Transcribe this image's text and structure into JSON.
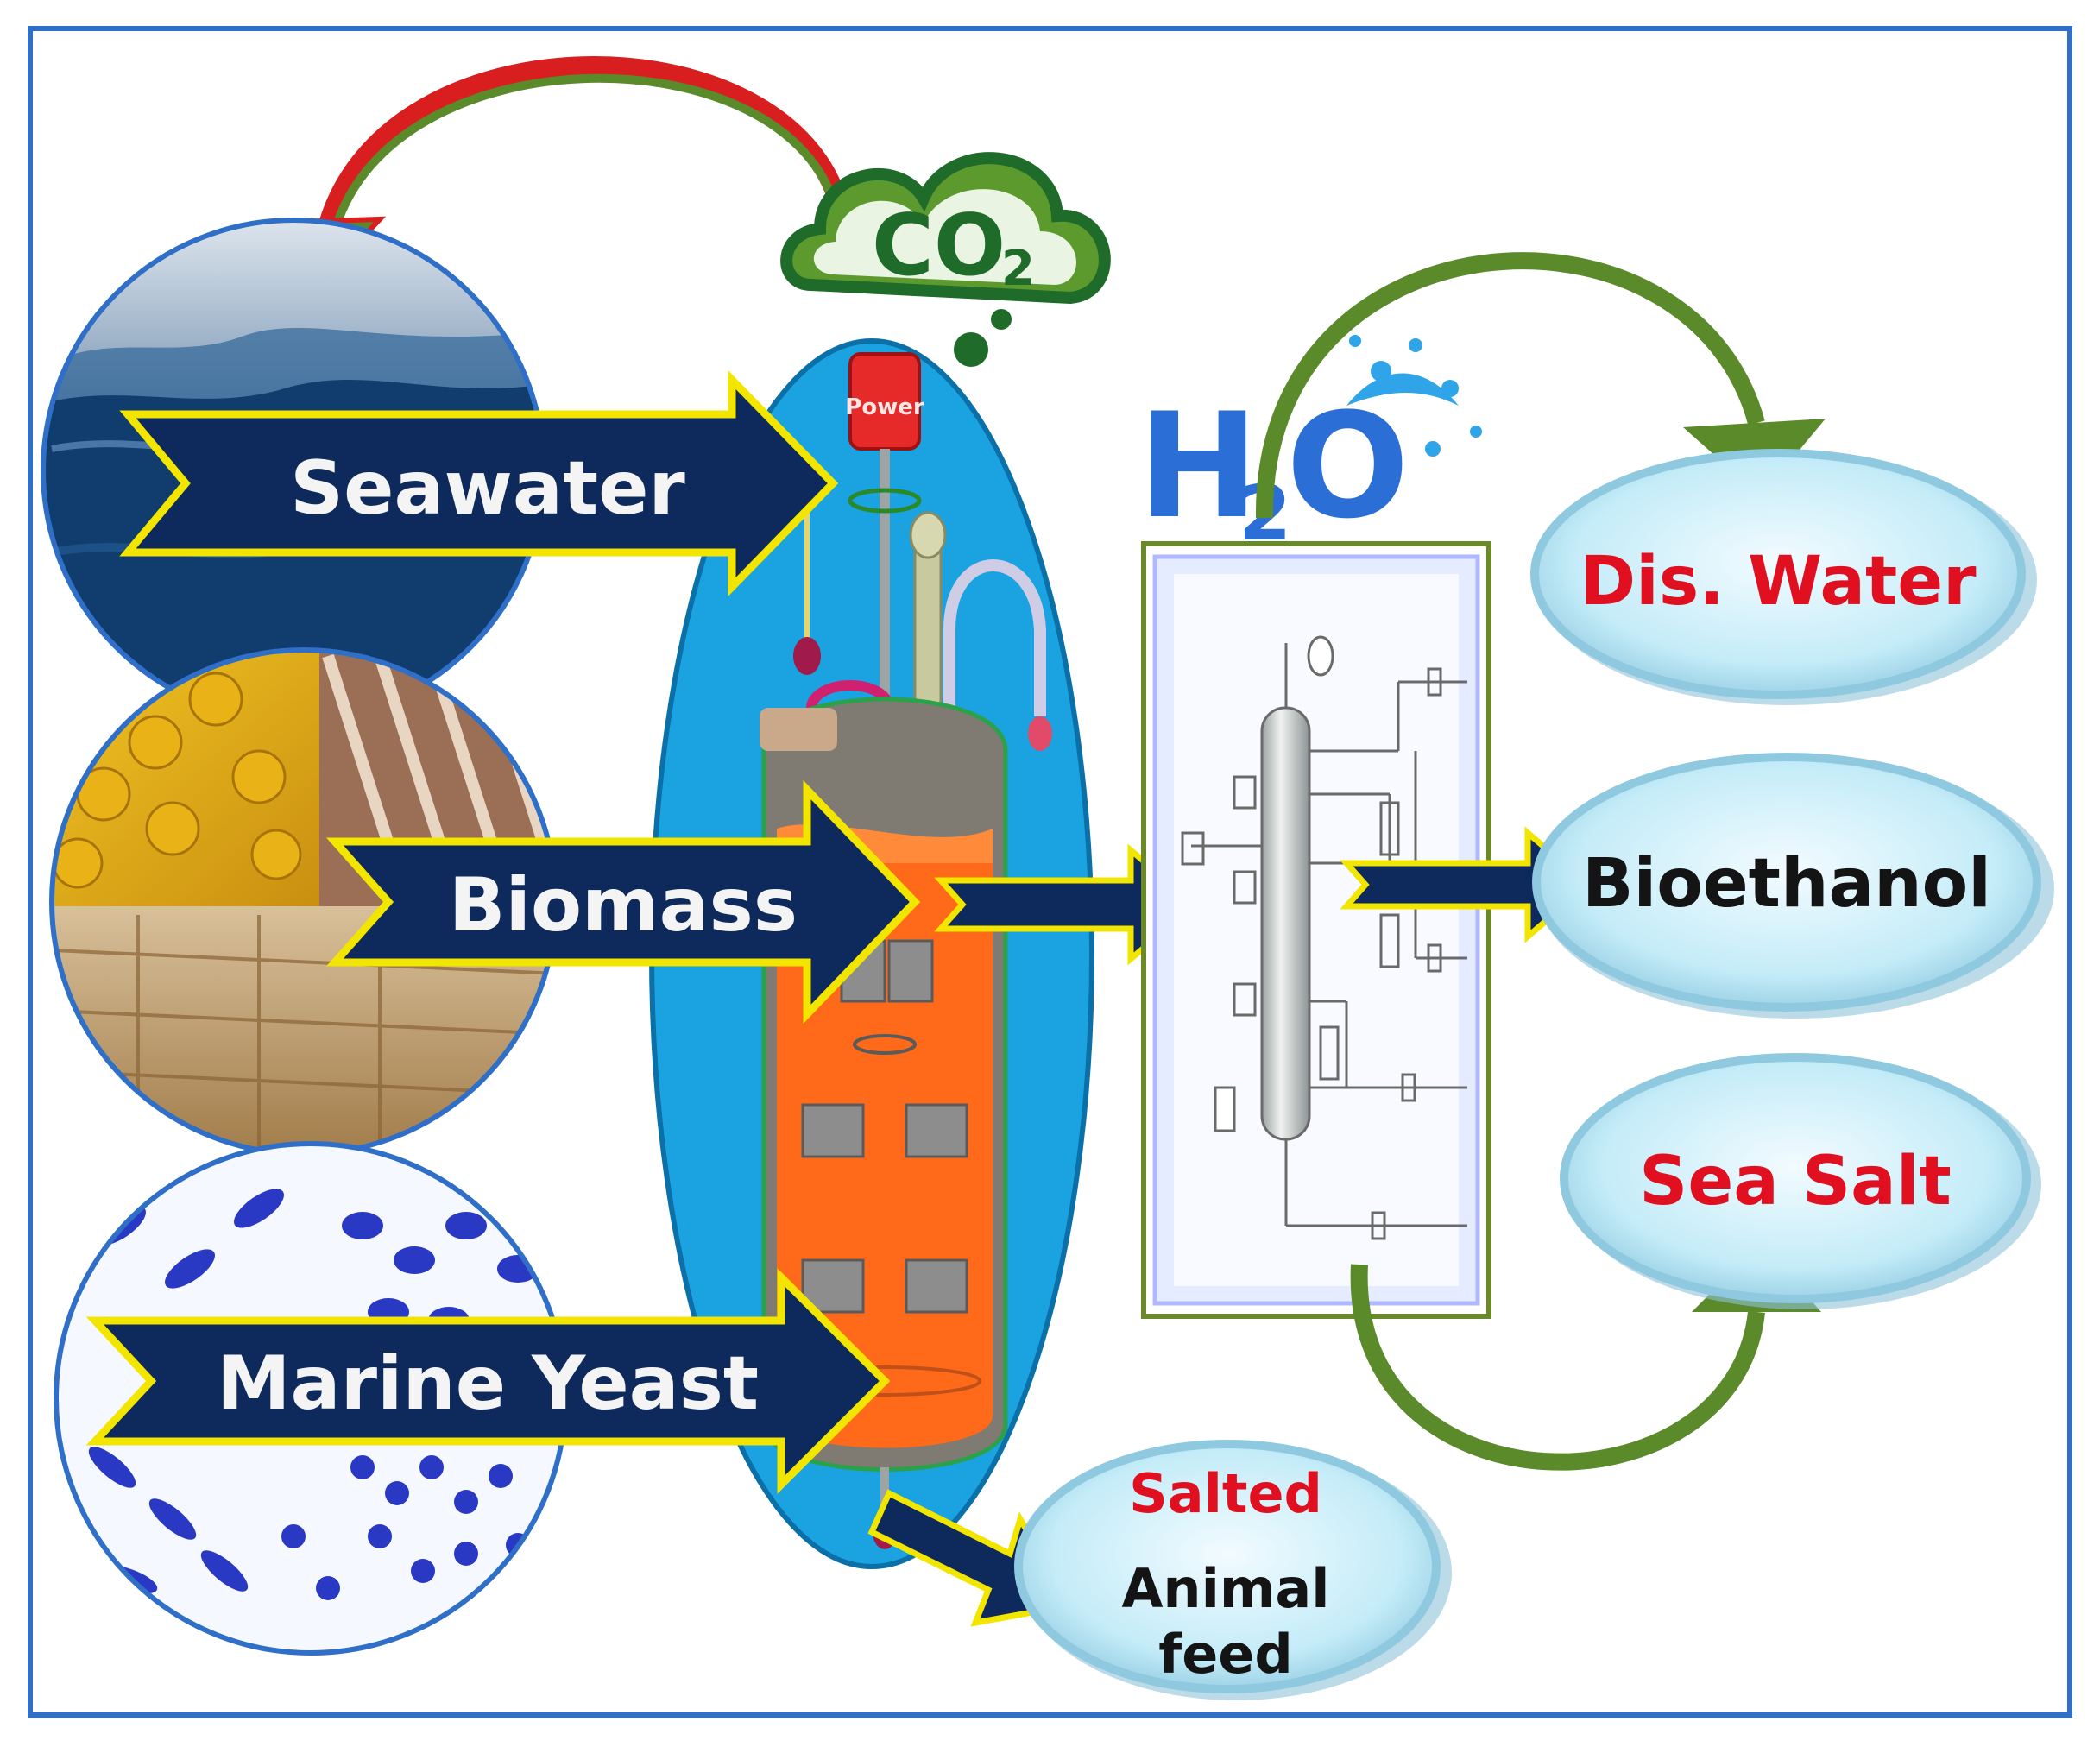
{
  "inputs": {
    "seawater": "Seawater",
    "biomass": "Biomass",
    "marine_yeast": "Marine Yeast"
  },
  "reactor": {
    "power_label": "Power",
    "co2_label": "CO",
    "co2_subscript": "2"
  },
  "distillation": {
    "h2o_h": "H",
    "h2o_sub": "2",
    "h2o_o": "O"
  },
  "outputs": {
    "dis_water": "Dis. Water",
    "bioethanol": "Bioethanol",
    "sea_salt": "Sea Salt",
    "salted": "Salted",
    "animal": "Animal",
    "feed": "feed"
  },
  "colors": {
    "frame_border": "#2f6fc7",
    "arrow_fill": "#0e2a5c",
    "arrow_outline": "#f2e600",
    "reactor_oval": "#1aa3e0",
    "vessel_liquid": "#ff6a1a",
    "output_oval": "#bfeaf7",
    "green_arrow": "#5b8a2b",
    "label_red": "#e01020"
  }
}
